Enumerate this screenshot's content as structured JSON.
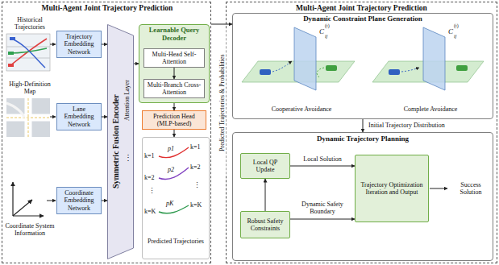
{
  "diagram": {
    "nodes": [
      {
        "text": [
          "Multi-Agent Joint Trajectory Prediction"
        ]
      },
      {
        "text": [
          "Trajectory Embedding Network"
        ],
        "in": 0
      },
      {
        "text": [
          "Lane Embedding Network"
        ],
        "in": 0
      },
      {
        "text": [
          "Coordinate Embedding Network"
        ],
        "in": 0
      },
      {
        "text": [
          "Symmetric Fusion Encoder",
          "Attention Layer"
        ],
        "in": 0
      },
      {
        "text": [
          "Learnable Query Decoder"
        ],
        "in": 0
      },
      {
        "text": [
          "Multi-Head Self-Attention"
        ],
        "in": 5
      },
      {
        "text": [
          "Multi-Branch Cross-Attention"
        ],
        "in": 5
      },
      {
        "text": [
          "Prediction Head (MLP-based)"
        ],
        "in": 0
      },
      {
        "text": [
          "Predicted Trajectories"
        ],
        "in": 0
      },
      {
        "text": [
          "Multi-Agent Joint Trajectory Prediction"
        ]
      },
      {
        "text": [
          "Dynamic Constraint Plane Generation",
          "Cooperative Avoidance",
          "Complete Avoidance"
        ],
        "in": 10
      },
      {
        "text": [
          "Dynamic Trajectory Planning"
        ],
        "in": 10
      },
      {
        "text": [
          "Local QP Update"
        ],
        "in": 12
      },
      {
        "text": [
          "Robust Safety Constraints"
        ],
        "in": 12
      },
      {
        "text": [
          "Trajectory Optimization Iteration and Output"
        ],
        "in": 12
      }
    ],
    "edges": [
      {
        "from": 1,
        "to": 4,
        "arrow": "to"
      },
      {
        "from": 2,
        "to": 4,
        "arrow": "to"
      },
      {
        "from": 3,
        "to": 4,
        "arrow": "to"
      },
      {
        "from": 4,
        "to": 5,
        "arrow": "to"
      },
      {
        "from": 6,
        "to": 7,
        "arrow": "to"
      },
      {
        "from": 5,
        "to": 8,
        "arrow": "to"
      },
      {
        "from": 8,
        "to": 9,
        "arrow": "to"
      },
      {
        "from": 0,
        "to": 11,
        "label": "Predicted Trajectories & Probabilities",
        "arrow": "to"
      },
      {
        "from": 11,
        "to": 12,
        "label": "Initial Trajectory Distribution",
        "arrow": "to"
      },
      {
        "from": 13,
        "to": 15,
        "label": "Local Solution",
        "arrow": "to"
      },
      {
        "from": 14,
        "to": 13,
        "arrow": "to"
      },
      {
        "from": 14,
        "to": 15,
        "label": "Dynamic Safety Boundary",
        "arrow": "to"
      }
    ],
    "labels": [
      "Historical Trajectories",
      "High-Definition Map",
      "Coordinate System Information",
      "⋮",
      "p1",
      "p2",
      "pK",
      "k=1",
      "k=2",
      "⋮",
      "k=K",
      "k=1",
      "k=2",
      "⋮",
      "k=K",
      "C",
      "ij",
      "(t)",
      "C",
      "ij",
      "(t)",
      "Success Solution"
    ]
  }
}
